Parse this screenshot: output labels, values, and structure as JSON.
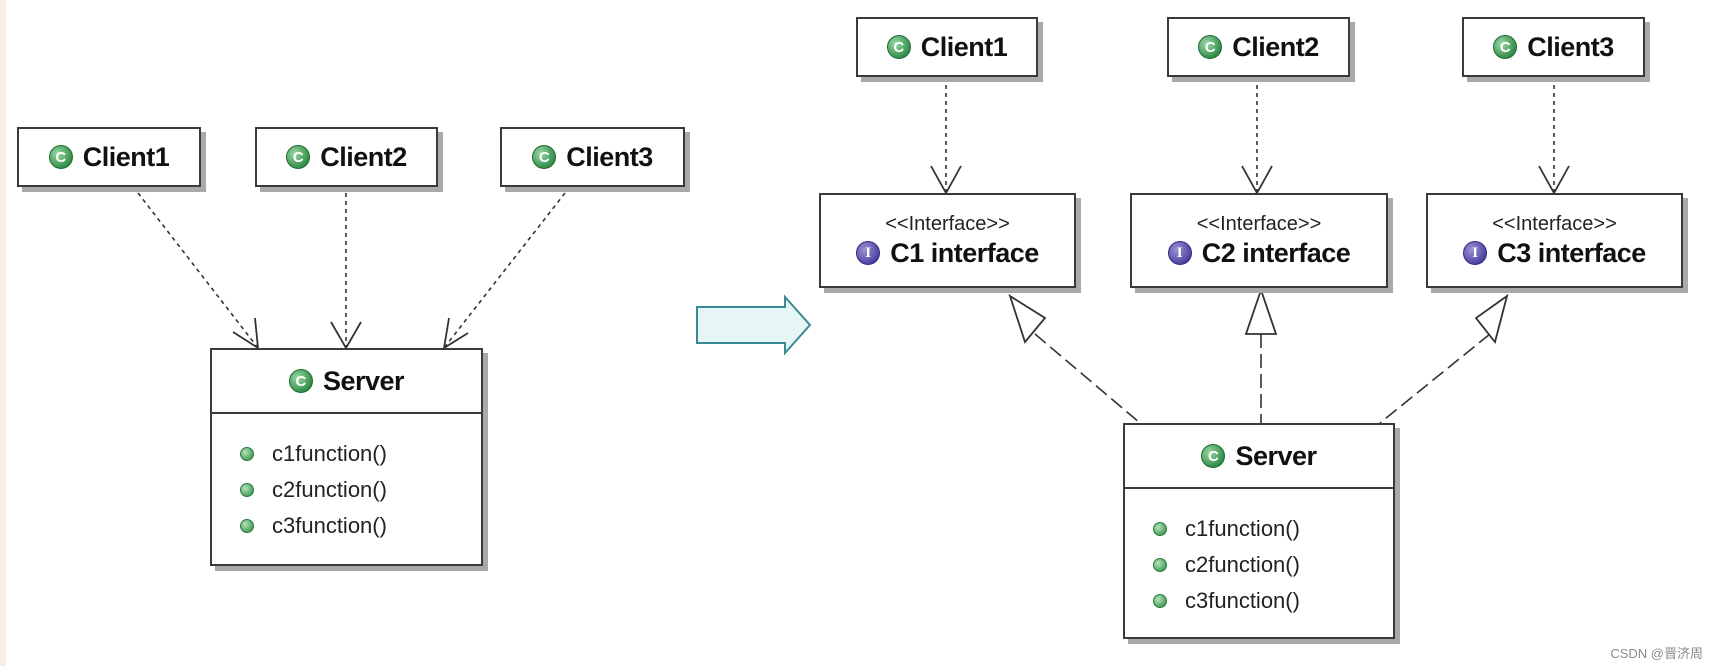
{
  "left_diagram": {
    "clients": [
      {
        "name": "Client1",
        "icon": "class-icon"
      },
      {
        "name": "Client2",
        "icon": "class-icon"
      },
      {
        "name": "Client3",
        "icon": "class-icon"
      }
    ],
    "server": {
      "name": "Server",
      "methods": [
        "c1function()",
        "c2function()",
        "c3function()"
      ]
    }
  },
  "right_diagram": {
    "clients": [
      {
        "name": "Client1",
        "icon": "class-icon"
      },
      {
        "name": "Client2",
        "icon": "class-icon"
      },
      {
        "name": "Client3",
        "icon": "class-icon"
      }
    ],
    "interfaces": [
      {
        "stereotype": "<<Interface>>",
        "name": "C1 interface",
        "icon": "interface-icon"
      },
      {
        "stereotype": "<<Interface>>",
        "name": "C2 interface",
        "icon": "interface-icon"
      },
      {
        "stereotype": "<<Interface>>",
        "name": "C3 interface",
        "icon": "interface-icon"
      }
    ],
    "server": {
      "name": "Server",
      "methods": [
        "c1function()",
        "c2function()",
        "c3function()"
      ]
    }
  },
  "icon_letters": {
    "class": "C",
    "interface": "I"
  },
  "watermark": "CSDN @晋济周",
  "colors": {
    "class_icon": "#2e8a45",
    "interface_icon": "#4b3fa0",
    "arrow_fill": "#e6f5f6",
    "arrow_stroke": "#3a8a96",
    "border": "#3a3a3a",
    "shadow": "#a9a9a9"
  }
}
